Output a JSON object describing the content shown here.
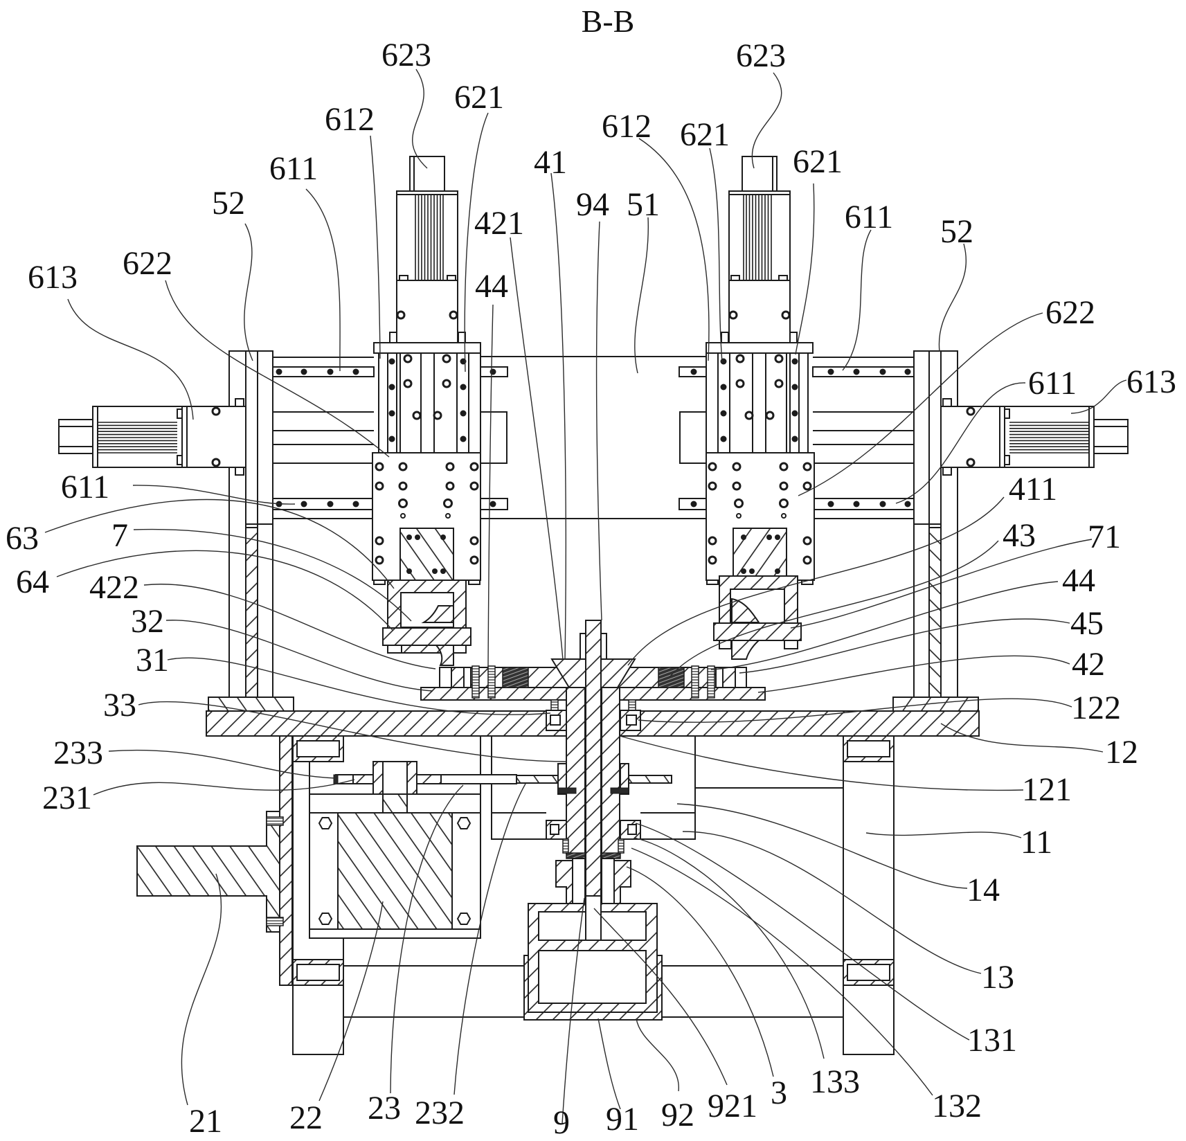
{
  "section_title": "B-B",
  "colors": {
    "ink": "#1c1c1c",
    "background": "#ffffff"
  },
  "callouts": {
    "top_left": [
      "623",
      "621",
      "612",
      "611",
      "52",
      "622",
      "613"
    ],
    "top_center": [
      "421",
      "44",
      "41",
      "94",
      "51"
    ],
    "top_right": [
      "612",
      "621",
      "623",
      "621",
      "611",
      "52",
      "622",
      "611",
      "613"
    ],
    "right": [
      "411",
      "43",
      "71",
      "44",
      "45",
      "42",
      "122",
      "12",
      "121",
      "11",
      "14",
      "13",
      "131"
    ],
    "bottom": [
      "132",
      "133",
      "3",
      "921",
      "92",
      "91",
      "9",
      "232",
      "23",
      "22",
      "21"
    ],
    "left": [
      "611",
      "63",
      "7",
      "64",
      "422",
      "32",
      "31",
      "33",
      "233",
      "231"
    ]
  }
}
